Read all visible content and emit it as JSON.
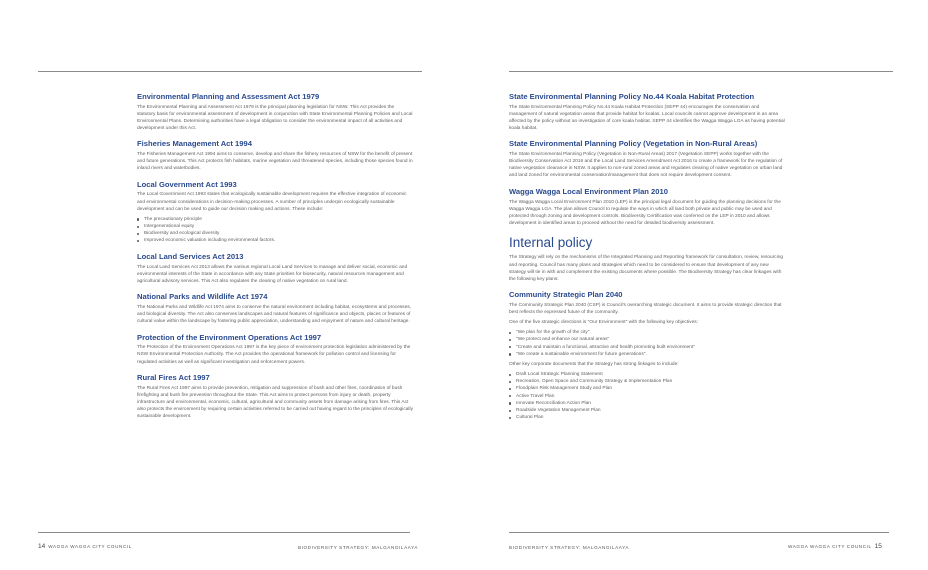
{
  "left": {
    "sections": [
      {
        "heading": "Environmental Planning and Assessment Act 1979",
        "body": "The Environmental Planning and Assessment Act 1979 is the principal planning legislation for NSW. This Act provides the statutory basis for environmental assessment of development in conjunction with State Environmental Planning Policies and Local Environmental Plans. Determining authorities have a legal obligation to consider the environmental impact of all activities and development under this Act."
      },
      {
        "heading": "Fisheries Management Act 1994",
        "body": "The Fisheries Management Act 1994 aims to conserve, develop and share the fishery resources of NSW for the benefit of present and future generations. This Act protects fish habitats, marine vegetation and threatened species, including those species found in inland rivers and waterbodies."
      },
      {
        "heading": "Local Government Act 1993",
        "body": "The Local Government Act 1993 states that ecologically sustainable development requires the effective integration of economic and environmental considerations in decision-making processes. A number of principles underpin ecologically sustainable development and can be used to guide our decision making and actions. These include:",
        "bullets": [
          "The precautionary principle",
          "Intergenerational equity",
          "Biodiversity and ecological diversity",
          "Improved economic valuation including environmental factors."
        ]
      },
      {
        "heading": "Local Land Services Act 2013",
        "body": "The Local Land Services Act 2013 allows the various regional Local Land Services to manage and deliver social, economic and environmental interests of the State in accordance with any State priorities for biosecurity, natural resources management and agricultural advisory services. This Act also regulates the clearing of native vegetation on rural land."
      },
      {
        "heading": "National Parks and Wildlife Act 1974",
        "body": "The National Parks and Wildlife Act 1974 aims to conserve the natural environment including habitat, ecosystems and processes, and biological diversity. The Act also conserves landscapes and natural features of significance and objects, places or features of cultural value within the landscape by fostering public appreciation, understanding and enjoyment of nature and cultural heritage."
      },
      {
        "heading": "Protection of the Environment Operations Act 1997",
        "body": "The Protection of the Environment Operations Act 1997 is the key piece of environment protection legislation administered by the NSW Environmental Protection Authority. The Act provides the operational framework for pollution control and licensing for regulated activities as well as significant investigation and enforcement powers."
      },
      {
        "heading": "Rural Fires Act 1997",
        "body": "The Rural Fires Act 1997 aims to provide prevention, mitigation and suppression of bush and other fires, coordination of bush firefighting and bush fire prevention throughout the State. This Act aims to protect persons from injury or death, property infrastructure and environmental, economic, cultural, agricultural and community assets from damage arising from fires. This Act also protects the environment by requiring certain activities referred to be carried out having regard to the principles of ecologically sustainable development."
      }
    ]
  },
  "right": {
    "sections_top": [
      {
        "heading": "State Environmental Planning Policy No.44 Koala Habitat Protection",
        "body": "The State Environmental Planning Policy No.44 Koala Habitat Protection (SEPP 44) encourages the conservation and management of natural vegetation areas that provide habitat for koalas. Local councils cannot approve development in an area affected by the policy without an investigation of core koala habitat. SEPP 44 identifies the Wagga Wagga LGA as having potential koala habitat."
      },
      {
        "heading": "State Environmental Planning Policy (Vegetation in Non-Rural Areas)",
        "body": "The State Environmental Planning Policy (Vegetation in Non-Rural Areas) 2017 (Vegetation SEPP) works together with the Biodiversity Conservation Act 2016 and the Local Land Services Amendment Act 2016 to create a framework for the regulation of native vegetation clearance in NSW. It applies to non-rural zoned areas and regulates clearing of native vegetation on urban land and land zoned for environmental conservation/management that does not require development consent."
      },
      {
        "heading": "Wagga Wagga Local Environment Plan 2010",
        "body": "The Wagga Wagga Local Environment Plan 2010 (LEP) is the principal legal document for guiding the planning decisions for the Wagga Wagga LGA. The plan allows Council to regulate the ways in which all land both private and public may be used and protected through zoning and development controls. Biodiversity Certification was conferred on the LEP in 2010 and allows development in identified areas to proceed without the need for detailed biodiversity assessment."
      }
    ],
    "internal_title": "Internal policy",
    "internal_intro": "The Strategy will rely on the mechanisms of the Integrated Planning and Reporting framework for consultation, review, resourcing and reporting. Council has many plans and strategies which need to be considered to ensure that development of any new strategy will tie in with and complement the existing documents where possible. The Biodiversity Strategy has clear linkages with the following key plans:",
    "csp": {
      "heading": "Community Strategic Plan 2040",
      "body": "The Community Strategic Plan 2040 (CSP) is Council's overarching strategic document. It aims to provide strategic direction that best reflects the expressed future of the community.",
      "body2": "One of the five strategic directions is \"Our Environment\" with the following key objectives:",
      "objectives": [
        "\"We plan for the growth of the city\"",
        "\"We protect and enhance our natural areas\"",
        "\"Create and maintain a functional, attractive and health promoting built environment\"",
        "\"We create a sustainable environment for future generations\"."
      ],
      "body3": "Other key corporate documents that the Strategy has strong linkages to include:",
      "documents": [
        "Draft Local Strategic Planning Statement",
        "Recreation, Open Space and Community Strategy & Implementation Plan",
        "Floodplain Risk Management Study and Plan",
        "Active Travel Plan",
        "Innovate Reconciliation Action Plan",
        "Roadside Vegetation Management Plan",
        "Cultural Plan"
      ]
    }
  },
  "footer": {
    "left_page": "14",
    "left_org": "WAGGA WAGGA CITY COUNCIL",
    "left_doc": "BIODIVERSITY STRATEGY: MALGANGILAAYA",
    "right_doc": "BIODIVERSITY STRATEGY: MALGANGILAAYA",
    "right_org": "WAGGA WAGGA CITY COUNCIL",
    "right_page": "15"
  }
}
